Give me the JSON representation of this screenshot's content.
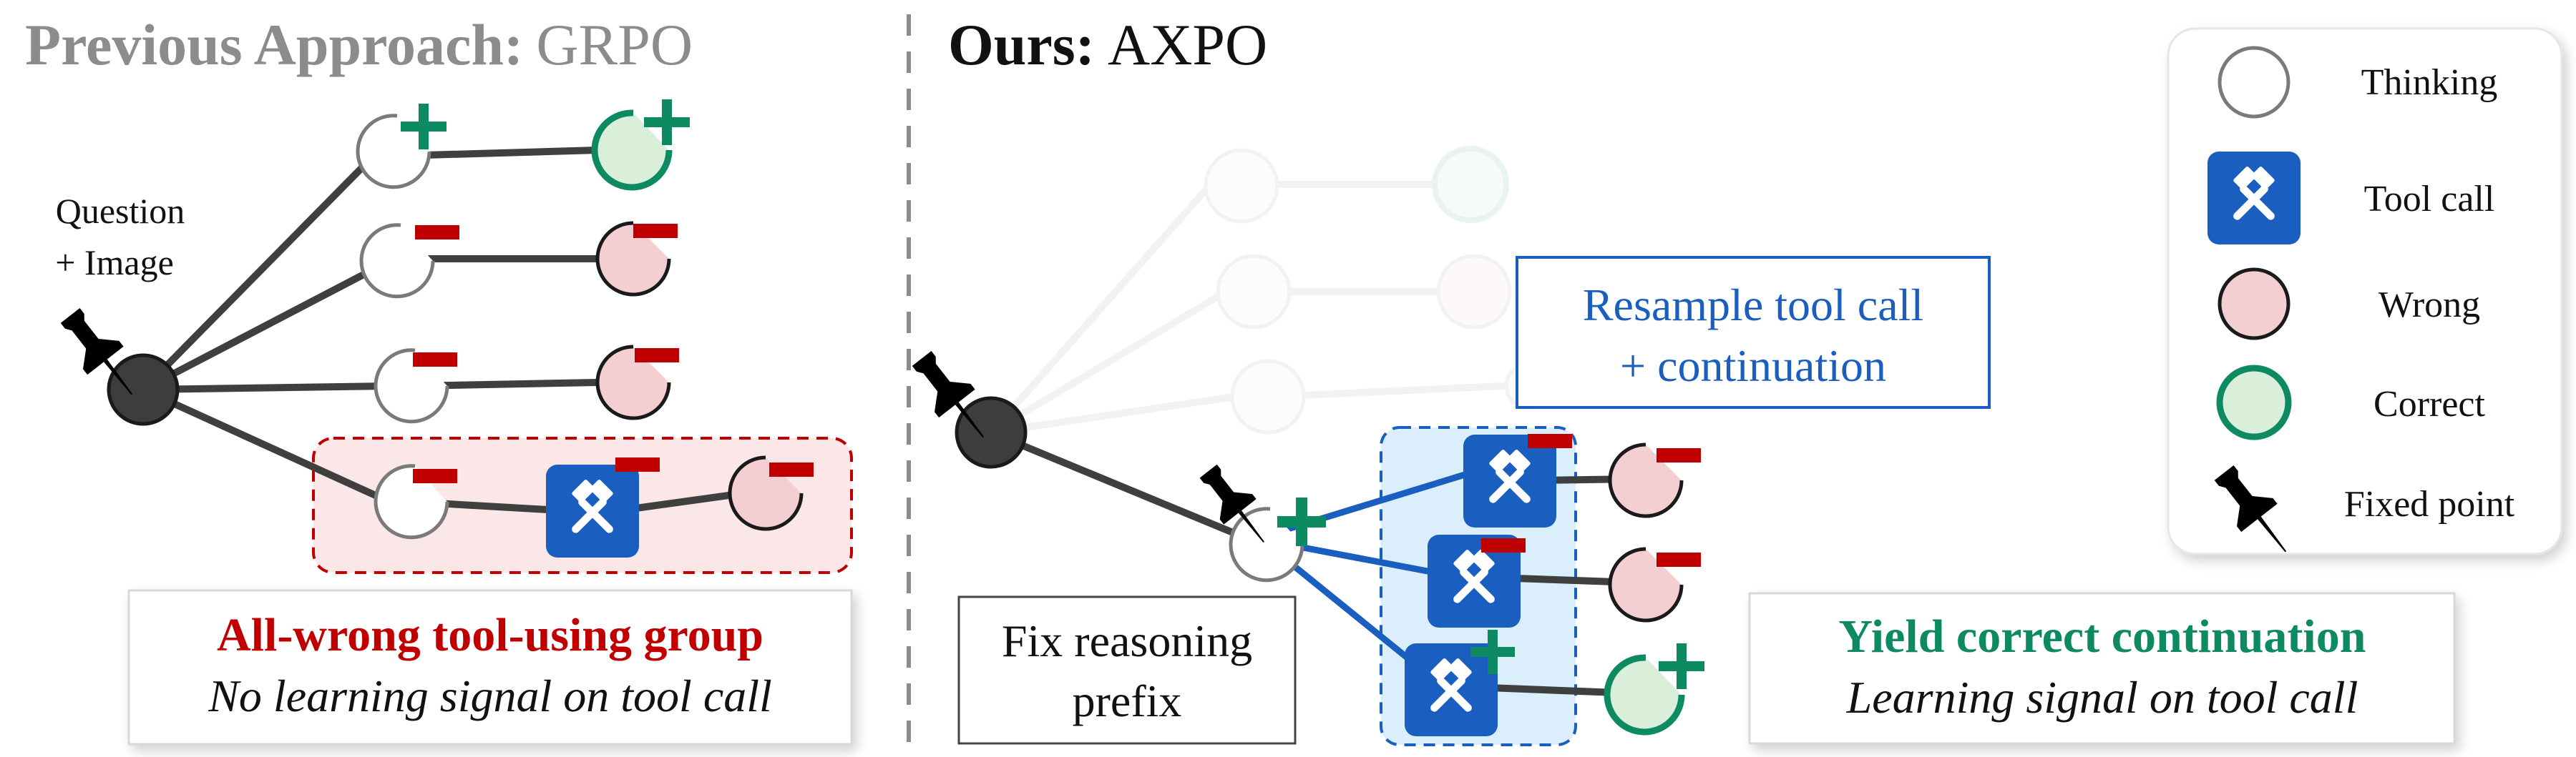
{
  "left_panel": {
    "title_bold": "Previous Approach:",
    "title_method": "GRPO",
    "question_label_line1": "Question",
    "question_label_line2": "+ Image",
    "caption_title": "All-wrong tool-using group",
    "caption_subtitle": "No learning signal on tool call"
  },
  "right_panel": {
    "title_bold": "Ours:",
    "title_method": "AXPO",
    "resample_line1": "Resample tool call",
    "resample_line2": "+ continuation",
    "fix_line1": "Fix reasoning",
    "fix_line2": "prefix",
    "caption_title": "Yield correct continuation",
    "caption_subtitle": "Learning signal on tool call"
  },
  "legend": {
    "items": [
      {
        "label": "Thinking",
        "icon": "thinking-circle-icon"
      },
      {
        "label": "Tool call",
        "icon": "hammer-wrench-icon"
      },
      {
        "label": "Wrong",
        "icon": "wrong-circle-icon"
      },
      {
        "label": "Correct",
        "icon": "correct-circle-icon"
      },
      {
        "label": "Fixed point",
        "icon": "pushpin-icon"
      }
    ]
  },
  "colors": {
    "gray_title": "#8c8c8c",
    "wrong_red": "#c00000",
    "correct_green": "#0e8a63",
    "tool_blue": "#1a5fc0",
    "wrong_fill": "#f4cfd2",
    "correct_fill": "#d9efd9",
    "edge_dark": "#3f3f3f",
    "highlight_red_fill": "#fbe7e7",
    "highlight_blue_fill": "#daeefb"
  }
}
